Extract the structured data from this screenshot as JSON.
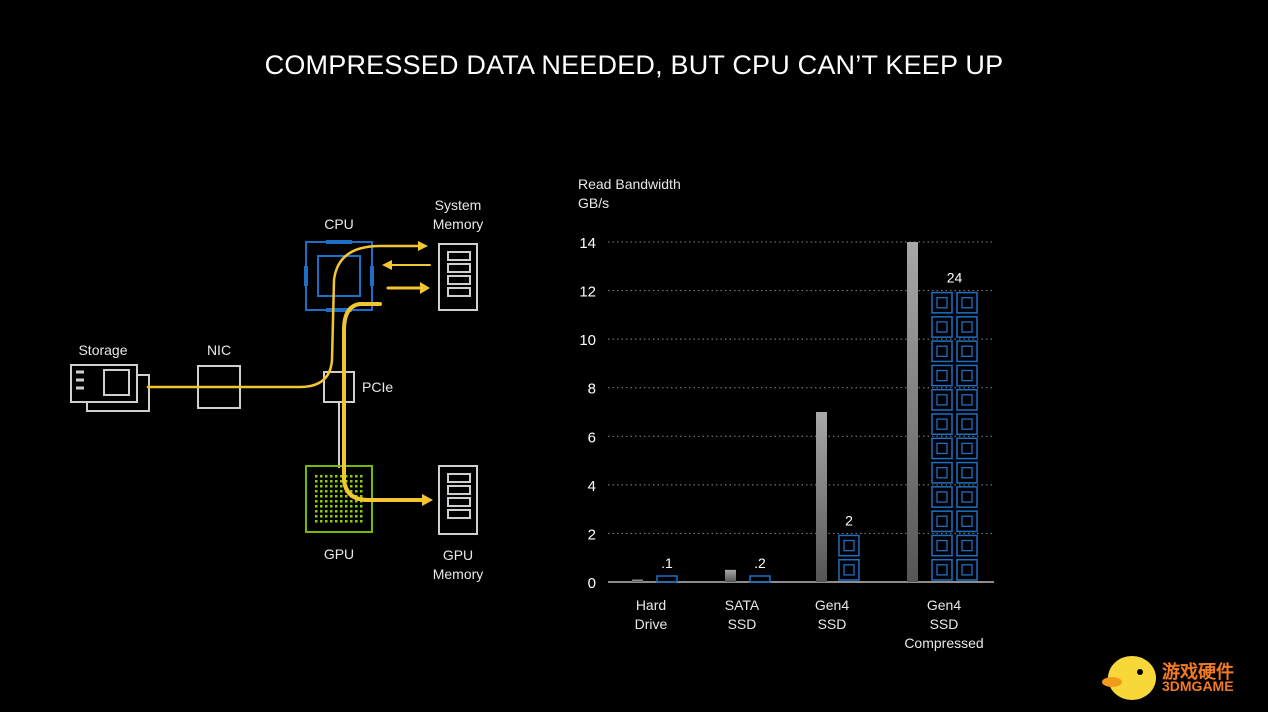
{
  "title": "COMPRESSED DATA NEEDED, BUT CPU CAN’T KEEP UP",
  "diagram": {
    "storage": "Storage",
    "nic": "NIC",
    "cpu": "CPU",
    "system_memory": "System\nMemory",
    "pcie": "PCIe",
    "gpu": "GPU",
    "gpu_memory": "GPU\nMemory",
    "colors": {
      "flow": "#f3c531",
      "cpu_box": "#1c6fc4",
      "gpu_box": "#76b900",
      "component": "#cfcfcf"
    }
  },
  "chart_data": {
    "type": "bar",
    "ylabel": "Read Bandwidth\nGB/s",
    "ylim": [
      0,
      14
    ],
    "yticks": [
      0,
      2,
      4,
      6,
      8,
      10,
      12,
      14
    ],
    "grid": "dotted horizontal",
    "categories": [
      "Hard\nDrive",
      "SATA\nSSD",
      "Gen4\nSSD",
      "Gen4\nSSD\nCompressed"
    ],
    "series": [
      {
        "values": [
          0.1,
          0.5,
          7,
          14
        ],
        "color": "#9a9a9a"
      }
    ],
    "cpu_cores_needed": {
      "values": [
        0.1,
        0.2,
        2,
        24
      ],
      "labels": [
        ".1",
        ".2",
        "2",
        "24"
      ],
      "icon": "cpu-core-icon",
      "color": "#1c6fc4"
    }
  },
  "watermark": {
    "cn": "游戏硬件",
    "en": "3DMGAME"
  }
}
